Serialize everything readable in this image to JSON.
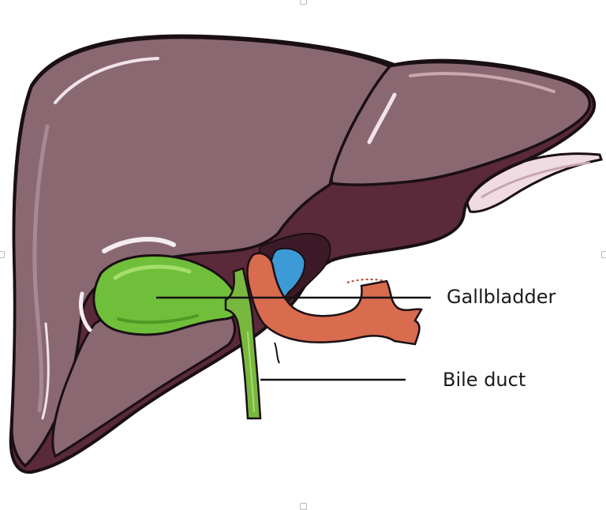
{
  "labels": {
    "gallbladder": "Gallbladder",
    "bile_duct": "Bile duct"
  },
  "colors": {
    "liver_main": "#8a6872",
    "liver_dark": "#5a2a3a",
    "liver_deep": "#3d1a28",
    "highlight": "#d9c4c9",
    "gallbladder": "#6fbf3a",
    "bile_duct": "#79b83e",
    "vessel": "#d96b4f",
    "blue_vessel": "#3c9ad6",
    "ligament": "#efdbe1",
    "outline": "#1a0f14"
  },
  "icons": {
    "liver": "liver-illustration",
    "handles": "selection-handle-icon"
  }
}
